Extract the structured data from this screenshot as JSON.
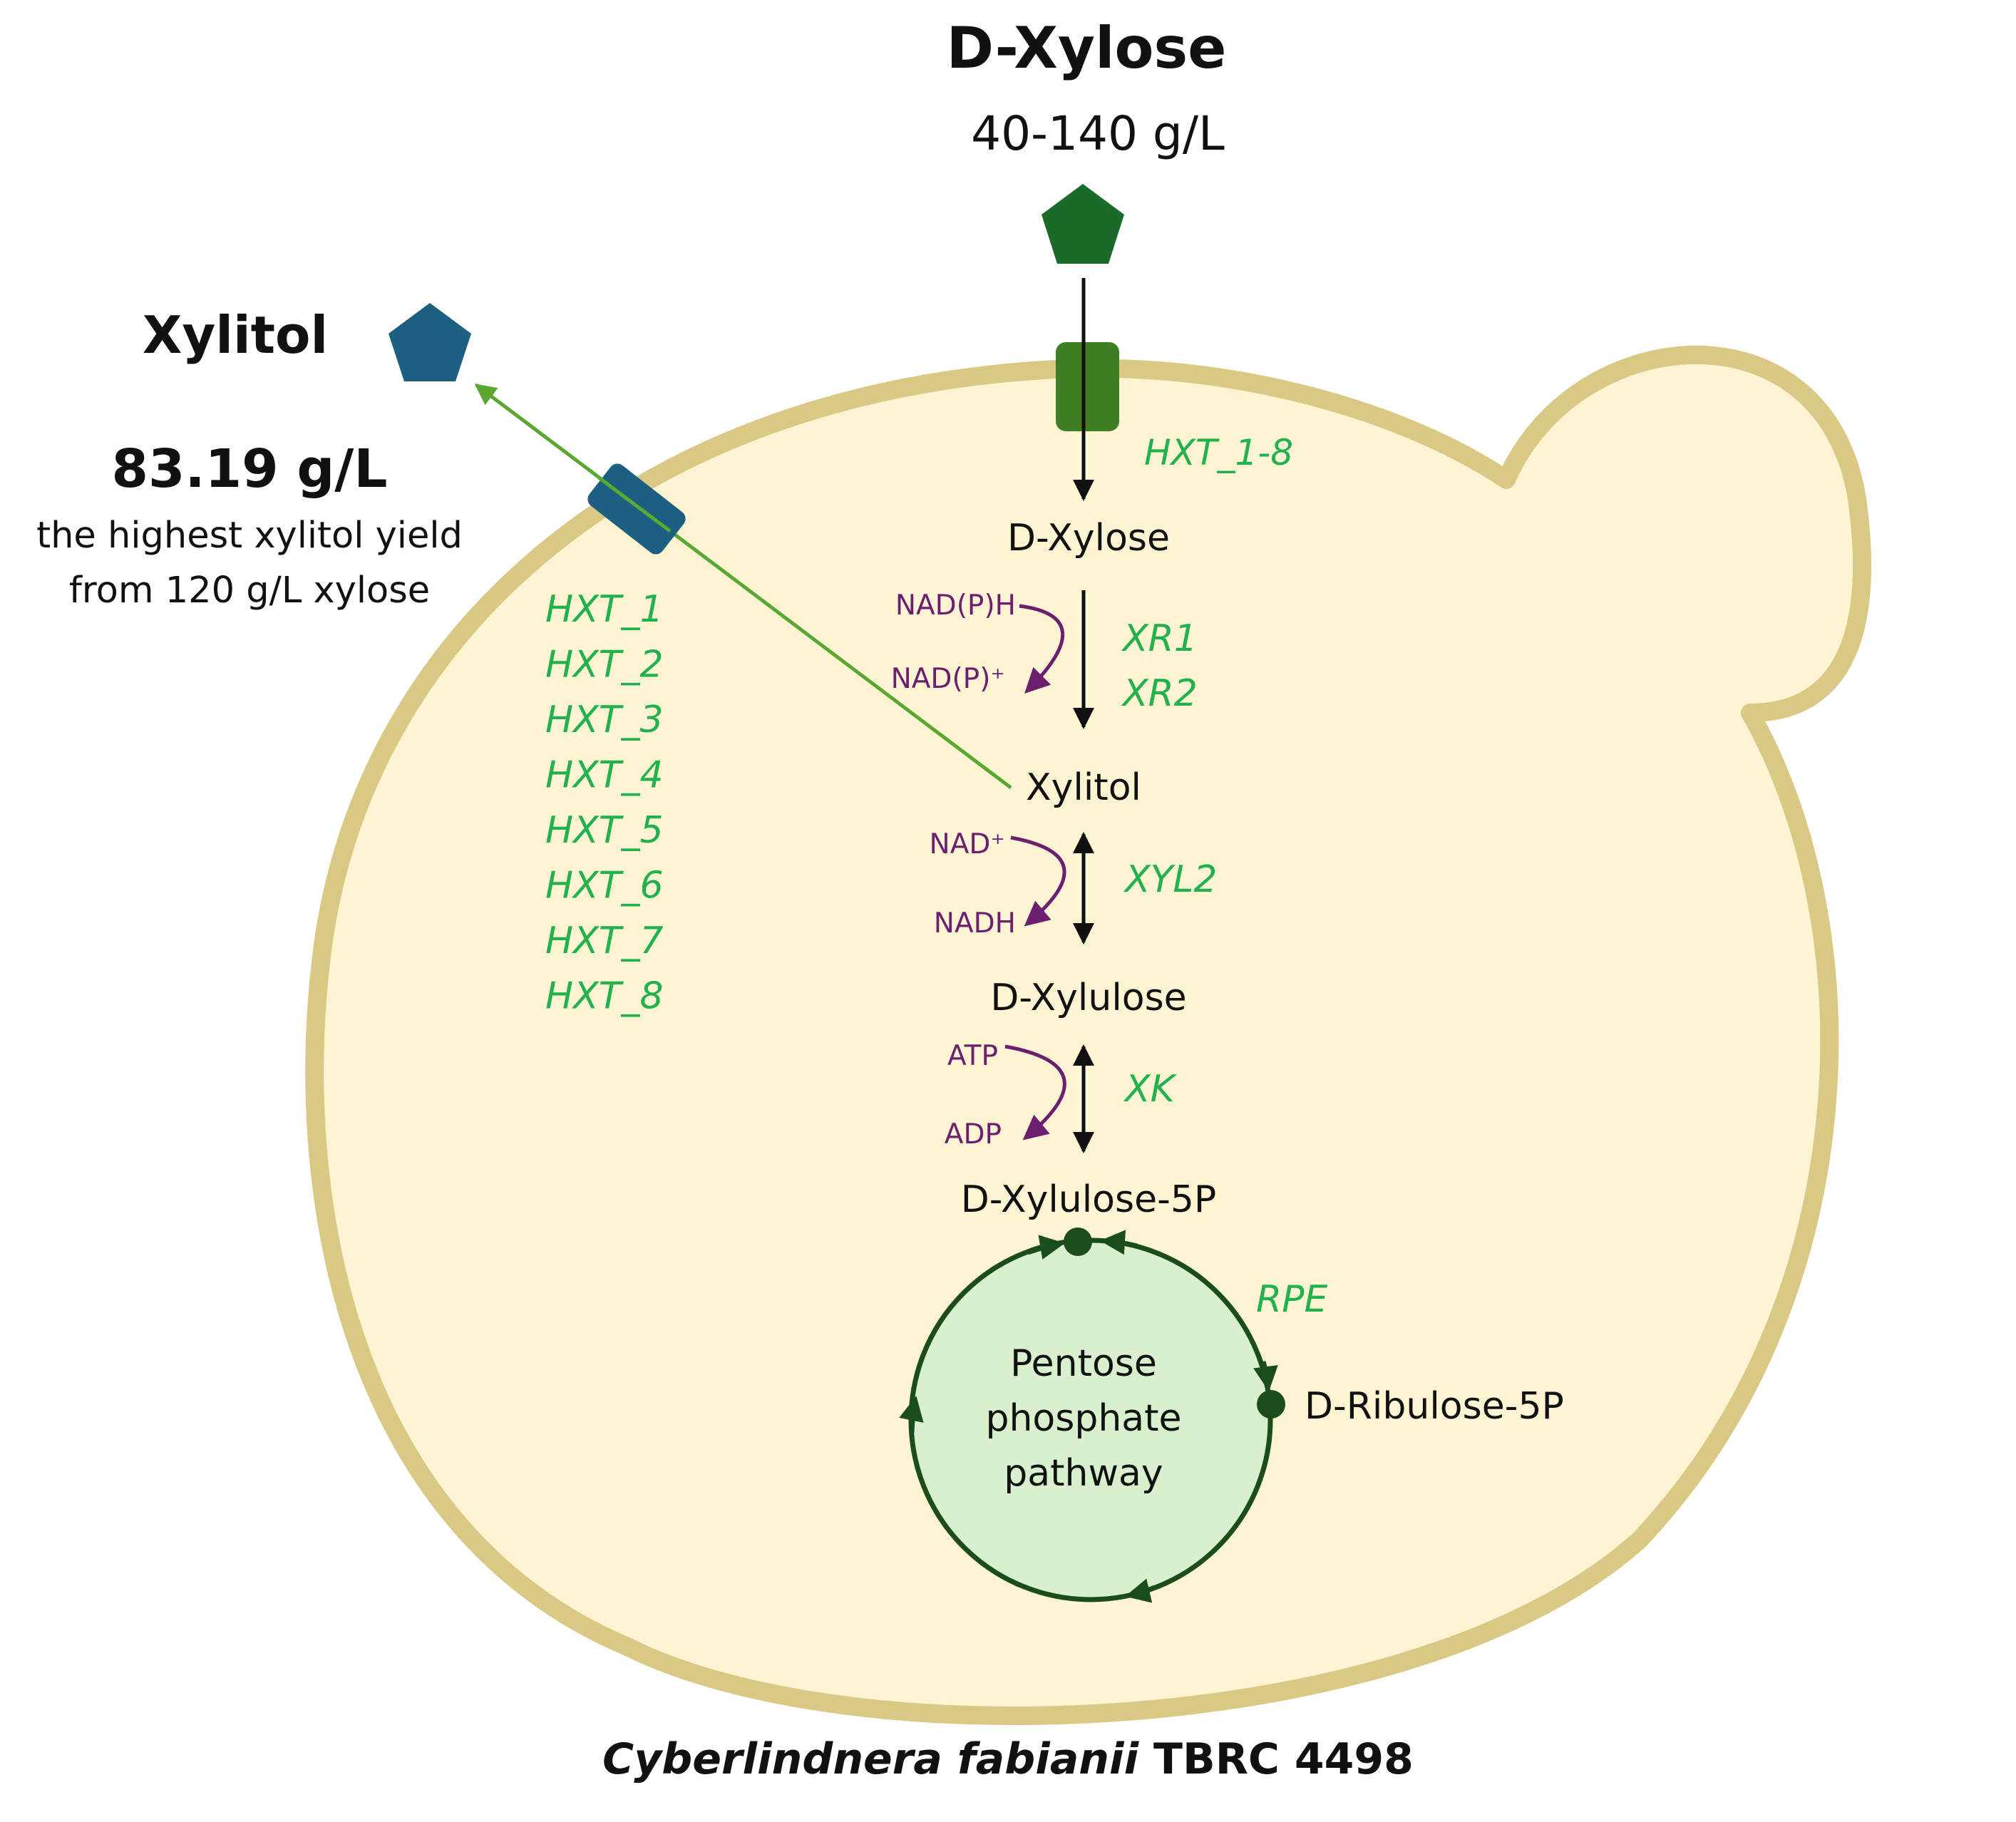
{
  "extracellular": {
    "substrate": {
      "name": "D-Xylose",
      "concentration": "40-140 g/L"
    },
    "product": {
      "name": "Xylitol",
      "titer": "83.19 g/L",
      "note_line1": "the highest xylitol yield",
      "note_line2": "from 120 g/L xylose"
    }
  },
  "transporters": {
    "uptake_gene": "HXT_1-8",
    "export_genes": [
      "HXT_1",
      "HXT_2",
      "HXT_3",
      "HXT_4",
      "HXT_5",
      "HXT_6",
      "HXT_7",
      "HXT_8"
    ]
  },
  "pathway": {
    "metabolites": {
      "xylose": "D-Xylose",
      "xylitol": "Xylitol",
      "xylulose": "D-Xylulose",
      "xylulose5p": "D-Xylulose-5P",
      "ribulose5p": "D-Ribulose-5P"
    },
    "step1": {
      "genes": [
        "XR1",
        "XR2"
      ],
      "cofactor_in": "NAD(P)H",
      "cofactor_out": "NAD(P)⁺"
    },
    "step2": {
      "gene": "XYL2",
      "cofactor_in": "NAD⁺",
      "cofactor_out": "NADH"
    },
    "step3": {
      "gene": "XK",
      "cofactor_in": "ATP",
      "cofactor_out": "ADP"
    },
    "ppp": {
      "gene": "RPE",
      "line1": "Pentose",
      "line2": "phosphate",
      "line3": "pathway"
    }
  },
  "organism": {
    "genus_species": "Cyberlindnera fabianii",
    "strain": " TBRC 4498"
  },
  "colors": {
    "cell_fill": "#fdf4d3",
    "cell_border": "#d9c984",
    "xylose_marker": "#1a6b2a",
    "xylitol_marker": "#1c5f80",
    "gene_text": "#22b14c",
    "cofactor": "#6b1f6e",
    "ppp_fill": "#d8f0cd",
    "ppp_stroke": "#1b4d1b",
    "export_arrow": "#5aa832"
  }
}
